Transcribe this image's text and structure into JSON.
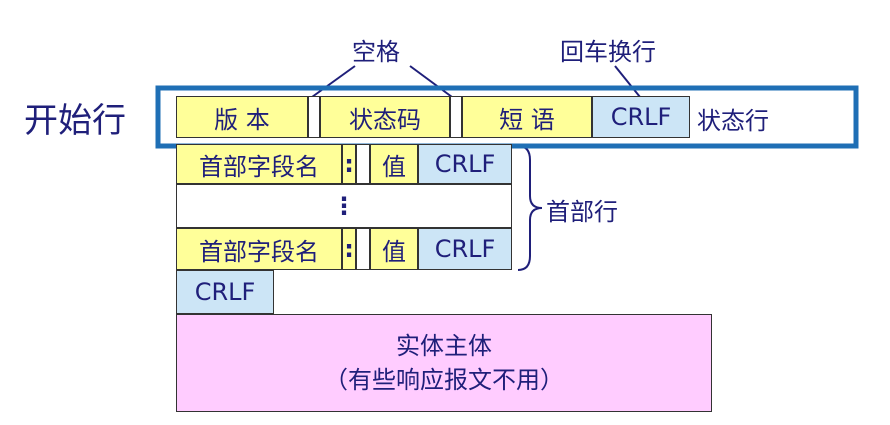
{
  "labels": {
    "space": "空格",
    "crlf_caption": "回车换行",
    "start_line": "开始行",
    "status_line": "状态行",
    "header_lines": "首部行"
  },
  "status_row": {
    "version": "版 本",
    "status_code": "状态码",
    "phrase": "短 语",
    "crlf": "CRLF"
  },
  "header_rows": [
    {
      "field": "首部字段名",
      "colon": ":",
      "value": "值",
      "crlf": "CRLF"
    },
    {
      "field": "首部字段名",
      "colon": ":",
      "value": "值",
      "crlf": "CRLF"
    }
  ],
  "ellipsis": "⋮",
  "blank_line": "CRLF",
  "body": {
    "line1": "实体主体",
    "line2": "（有些响应报文不用）"
  },
  "colors": {
    "highlight_border": "#1f6fb5",
    "field_bg": "#ffff99",
    "crlf_bg": "#cce5f6",
    "body_bg": "#ffccff",
    "text": "#1f1f7a"
  }
}
